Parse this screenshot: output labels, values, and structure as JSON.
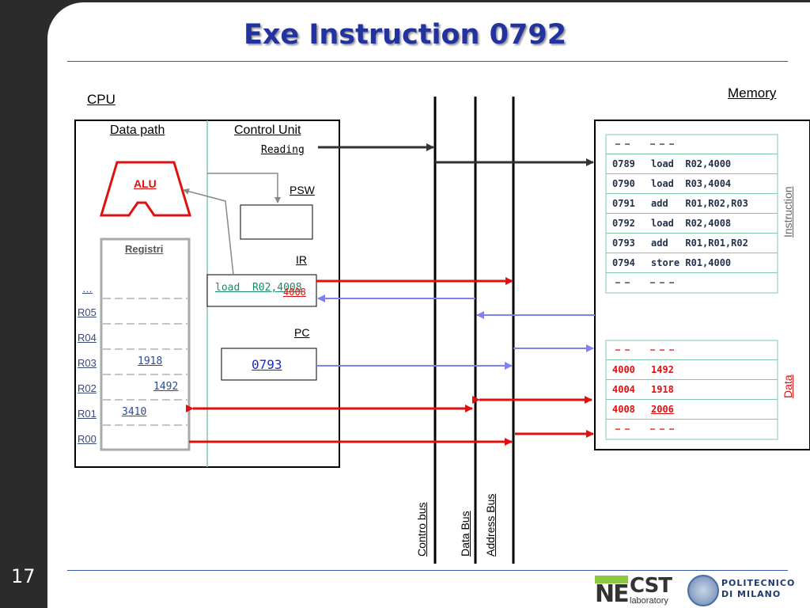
{
  "slide": {
    "title": "Exe Instruction 0792",
    "page_number": "17"
  },
  "cpu": {
    "label": "CPU",
    "datapath_label": "Data path",
    "control_unit_label": "Control Unit",
    "reading_label": "Reading",
    "alu_label": "ALU",
    "registri_label": "Registri",
    "psw_label": "PSW",
    "ir_label": "IR",
    "ir_value": "load  R02,4008",
    "ir_overlay": "4008",
    "pc_label": "PC",
    "pc_value": "0793",
    "registers": [
      {
        "name": "…",
        "value": ""
      },
      {
        "name": "R05",
        "value": ""
      },
      {
        "name": "R04",
        "value": ""
      },
      {
        "name": "R03",
        "value": "1918"
      },
      {
        "name": "R02",
        "value": "1492"
      },
      {
        "name": "R01",
        "value": "3410"
      },
      {
        "name": "R00",
        "value": ""
      }
    ]
  },
  "buses": {
    "control": "Contro bus",
    "data": "Data Bus",
    "address": "Address Bus"
  },
  "memory": {
    "label": "Memory",
    "instruction_label": "Instruction",
    "data_label": "Data",
    "instructions": [
      {
        "addr": "… …",
        "content": "… … …"
      },
      {
        "addr": "0789",
        "content": "load  R02,4000"
      },
      {
        "addr": "0790",
        "content": "load  R03,4004"
      },
      {
        "addr": "0791",
        "content": "add   R01,R02,R03"
      },
      {
        "addr": "0792",
        "content": "load  R02,4008"
      },
      {
        "addr": "0793",
        "content": "add   R01,R01,R02"
      },
      {
        "addr": "0794",
        "content": "store R01,4000"
      },
      {
        "addr": "… …",
        "content": "… … …"
      }
    ],
    "data": [
      {
        "addr": "… …",
        "content": "… … …"
      },
      {
        "addr": "4000",
        "content": "1492"
      },
      {
        "addr": "4004",
        "content": "1918"
      },
      {
        "addr": "4008",
        "content": "2006"
      },
      {
        "addr": "… …",
        "content": "… … …"
      }
    ]
  },
  "logos": {
    "necst_ne": "NE",
    "necst_cst": "CST",
    "necst_sub": "laboratory",
    "polimi_line1": "POLITECNICO",
    "polimi_line2": "DI MILANO"
  },
  "colors": {
    "title": "#2233a0",
    "red_arrow": "#e01010",
    "blue_arrow": "#8080f0",
    "accent_green": "#7fc8a8"
  }
}
